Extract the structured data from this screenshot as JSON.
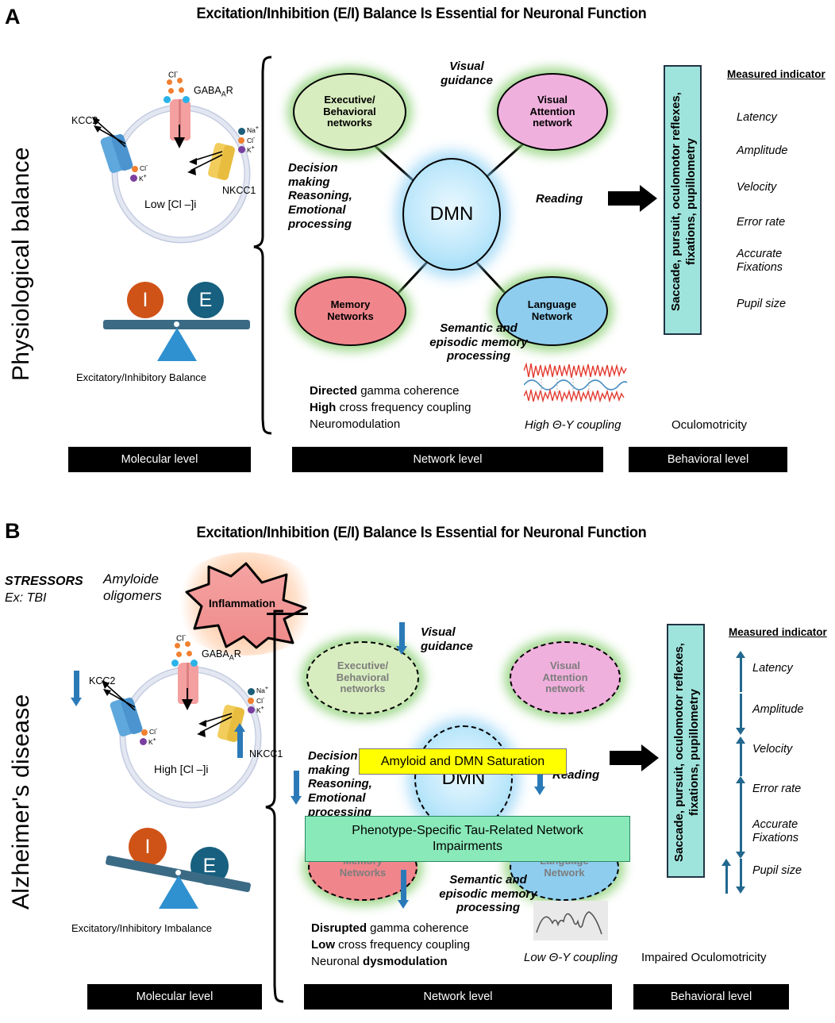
{
  "figure": {
    "panel_a_letter": "A",
    "panel_b_letter": "B",
    "title": "Excitation/Inhibition (E/I) Balance Is Essential for Neuronal Function",
    "side_label_a": "Physiological balance",
    "side_label_b": "Alzheimer's disease"
  },
  "panel_a": {
    "cell": {
      "cl_top": "Cl",
      "cl_top_sup": "-",
      "gaba_label": "GABA",
      "gaba_sub": "A",
      "gaba_tail": "R",
      "kcc2": "KCC2",
      "nkcc1": "NKCC1",
      "ion_na": "Na",
      "ion_cl": "Cl",
      "ion_k": "K",
      "ion_cl_left": "Cl",
      "ion_k_left": "K",
      "inner_label": "Low [Cl –]i"
    },
    "scale": {
      "inhibitory": "I",
      "excitatory": "E",
      "caption": "Excitatory/Inhibitory Balance"
    },
    "network": {
      "nodes": [
        {
          "id": "executive",
          "label": "Executive/\nBehavioral\nnetworks",
          "color": "#d8edbf"
        },
        {
          "id": "visual-attention",
          "label": "Visual\nAttention\nnetwork",
          "color": "#f0b0dd"
        },
        {
          "id": "dmn",
          "label": "DMN",
          "color": "#bfe8fb"
        },
        {
          "id": "memory",
          "label": "Memory\nNetworks",
          "color": "#f0868c"
        },
        {
          "id": "language",
          "label": "Language\nNetwork",
          "color": "#8ecdee"
        }
      ],
      "note_visual_guidance": "Visual\nguidance",
      "note_decision": "Decision\nmaking\nReasoning,\nEmotional\nprocessing",
      "note_semantic": "Semantic and\nepisodic memory\nprocessing",
      "note_reading": "Reading",
      "lines": [
        {
          "bold": "Directed",
          "rest": " gamma coherence"
        },
        {
          "bold": "High",
          "rest": " cross frequency coupling"
        },
        {
          "bold": "",
          "rest": "Neuromodulation"
        }
      ],
      "wave_caption": "High Θ-Y coupling"
    },
    "behavior": {
      "box_text": "Saccade, pursuit, oculomotor reflexes,\nfixations, pupillometry",
      "indicator_title": "Measured indicator",
      "indicators": [
        {
          "label": "Latency",
          "arrow": "none"
        },
        {
          "label": "Amplitude",
          "arrow": "none"
        },
        {
          "label": "Velocity",
          "arrow": "none"
        },
        {
          "label": "Error rate",
          "arrow": "none"
        },
        {
          "label": "Accurate\nFixations",
          "arrow": "none"
        },
        {
          "label": "Pupil size",
          "arrow": "none"
        }
      ],
      "oculomotricity": "Oculomotricity"
    },
    "levels": [
      "Molecular level",
      "Network level",
      "Behavioral level"
    ]
  },
  "panel_b": {
    "stressors": "STRESSORS",
    "stressors_example": "Ex: TBI",
    "amyloid": "Amyloide\noligomers",
    "inflammation": "Inflammation",
    "cell": {
      "cl_top": "Cl",
      "gaba_label": "GABA",
      "gaba_sub": "A",
      "gaba_tail": "R",
      "kcc2": "KCC2",
      "nkcc1": "NKCC1",
      "ion_na": "Na",
      "ion_cl": "Cl",
      "ion_k": "K",
      "ion_cl_left": "Cl",
      "ion_k_left": "K",
      "inner_label": "High [Cl –]i"
    },
    "scale": {
      "inhibitory": "I",
      "excitatory": "E",
      "caption": "Excitatory/Inhibitory Imbalance"
    },
    "network": {
      "nodes": [
        {
          "id": "executive",
          "label": "Executive/\nBehavioral\nnetworks",
          "color": "#d8edbf"
        },
        {
          "id": "visual-attention",
          "label": "Visual\nAttention\nnetwork",
          "color": "#f0b0dd"
        },
        {
          "id": "dmn",
          "label": "DMN",
          "color": "#bfe8fb"
        },
        {
          "id": "memory",
          "label": "Memory\nNetworks",
          "color": "#f0868c"
        },
        {
          "id": "language",
          "label": "Language\nNetwork",
          "color": "#8ecdee"
        }
      ],
      "note_visual_guidance": "Visual\nguidance",
      "note_decision": "Decision\nmaking\nReasoning,\nEmotional\nprocessing",
      "note_semantic": "Semantic and\nepisodic memory\nprocessing",
      "note_reading": "Reading",
      "amyloid_box": "Amyloid and DMN Saturation",
      "tau_box": "Phenotype-Specific Tau-Related Network\nImpairments",
      "lines": [
        {
          "bold": "Disrupted",
          "rest": " gamma coherence"
        },
        {
          "bold": "Low",
          "rest": " cross frequency coupling"
        },
        {
          "bold": "",
          "rest": "Neuronal ",
          "bold2": "dysmodulation"
        }
      ],
      "wave_caption": "Low Θ-Y coupling"
    },
    "behavior": {
      "box_text": "Saccade, pursuit, oculomotor reflexes,\nfixations, pupillometry",
      "indicator_title": "Measured indicator",
      "indicators": [
        {
          "label": "Latency",
          "arrow": "up"
        },
        {
          "label": "Amplitude",
          "arrow": "down"
        },
        {
          "label": "Velocity",
          "arrow": "up"
        },
        {
          "label": "Error rate",
          "arrow": "up"
        },
        {
          "label": "Accurate\nFixations",
          "arrow": "down"
        },
        {
          "label": "Pupil size",
          "arrow": "updown"
        }
      ],
      "oculomotricity": "Impaired Oculomotricity"
    },
    "levels": [
      "Molecular level",
      "Network level",
      "Behavioral level"
    ]
  },
  "colors": {
    "teal_box": "#9fe4dc",
    "yellow_box": "#ffff00",
    "green_box": "#8ae9b9",
    "blue_arrow": "#2b7ab8",
    "inhibitory": "#cf5317",
    "excitatory": "#17607f",
    "dmn": "#bfe8fb",
    "star": "#f39090"
  }
}
